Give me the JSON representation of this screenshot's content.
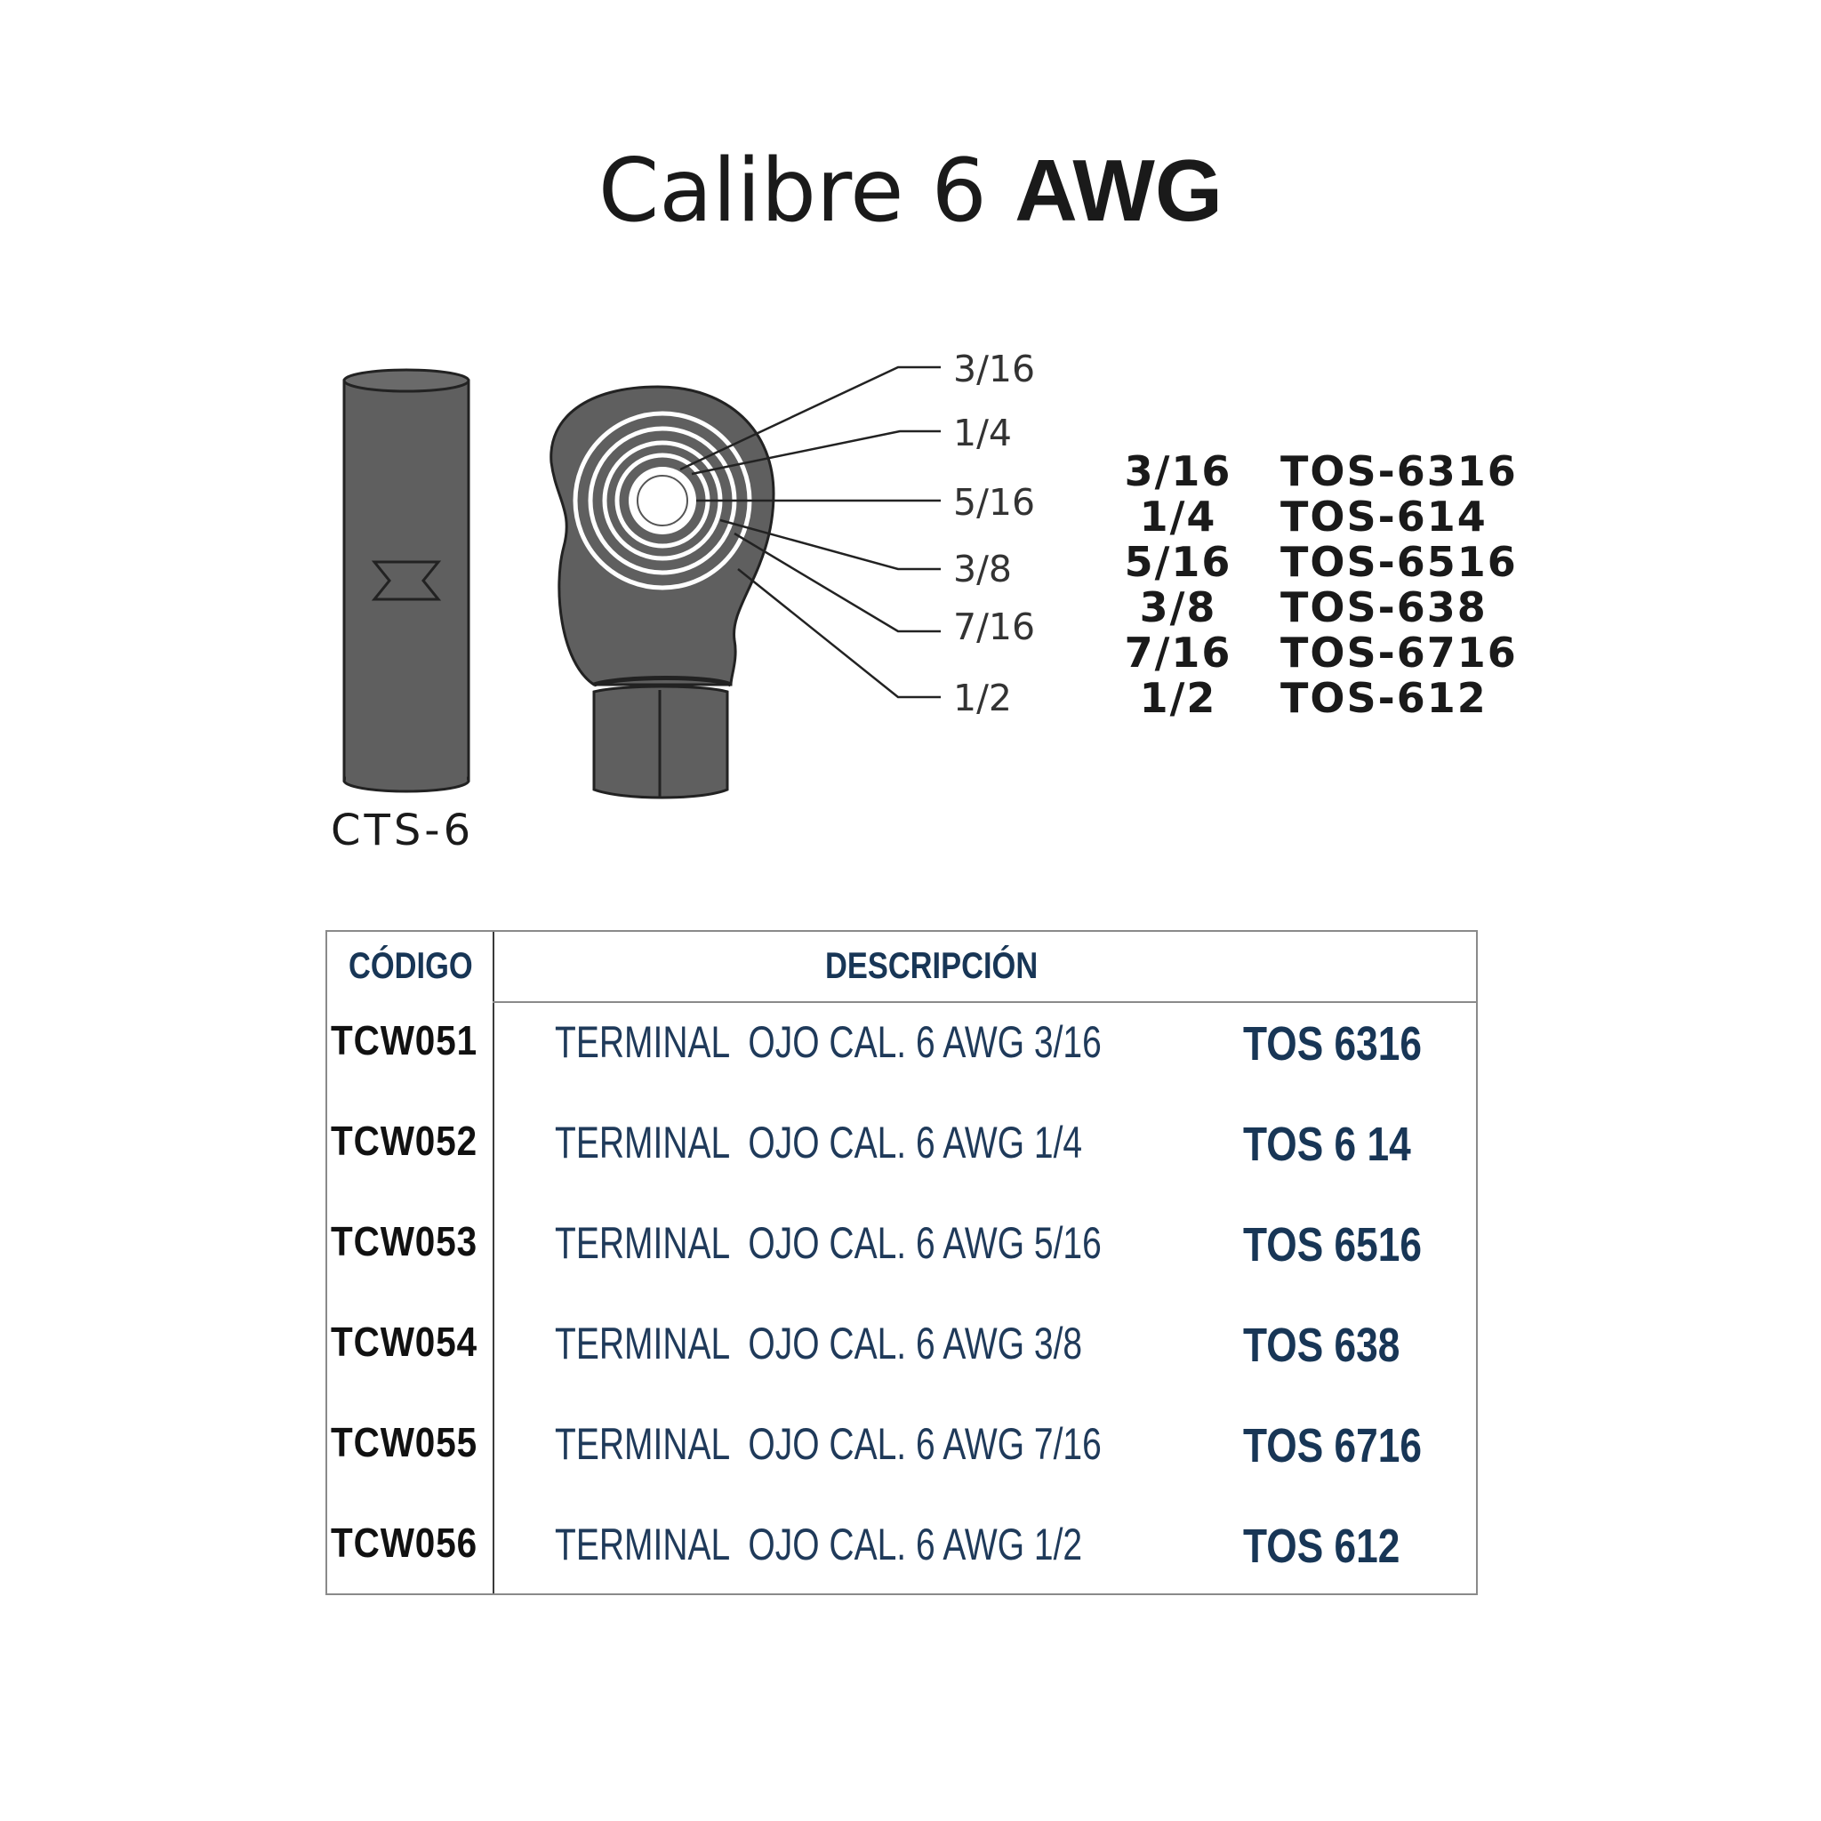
{
  "title": {
    "normal": "Calibre 6",
    "bold": "AWG"
  },
  "sleeve_label": "CTS-6",
  "ring_sizes": [
    "3/16",
    "1/4",
    "5/16",
    "3/8",
    "7/16",
    "1/2"
  ],
  "reference_list": [
    {
      "size": "3/16",
      "code": "TOS-6316"
    },
    {
      "size": "1/4",
      "code": "TOS-614"
    },
    {
      "size": "5/16",
      "code": "TOS-6516"
    },
    {
      "size": "3/8",
      "code": "TOS-638"
    },
    {
      "size": "7/16",
      "code": "TOS-6716"
    },
    {
      "size": "1/2",
      "code": "TOS-612"
    }
  ],
  "table": {
    "headers": {
      "code": "CÓDIGO",
      "description": "DESCRIPCIÓN"
    },
    "rows": [
      {
        "code": "TCW051",
        "description": "TERMINAL  OJO CAL. 6 AWG 3/16",
        "ref": "TOS 6316"
      },
      {
        "code": "TCW052",
        "description": "TERMINAL  OJO CAL. 6 AWG 1/4",
        "ref": "TOS 6 14"
      },
      {
        "code": "TCW053",
        "description": "TERMINAL  OJO CAL. 6 AWG 5/16",
        "ref": "TOS 6516"
      },
      {
        "code": "TCW054",
        "description": "TERMINAL  OJO CAL. 6 AWG 3/8",
        "ref": "TOS 638"
      },
      {
        "code": "TCW055",
        "description": "TERMINAL  OJO CAL. 6 AWG 7/16",
        "ref": "TOS 6716"
      },
      {
        "code": "TCW056",
        "description": "TERMINAL  OJO CAL. 6 AWG 1/2",
        "ref": "TOS 612"
      }
    ]
  },
  "colors": {
    "terminal_fill": "#5f5f5f",
    "header_text": "#183656",
    "description_text": "#1f3a5a"
  }
}
